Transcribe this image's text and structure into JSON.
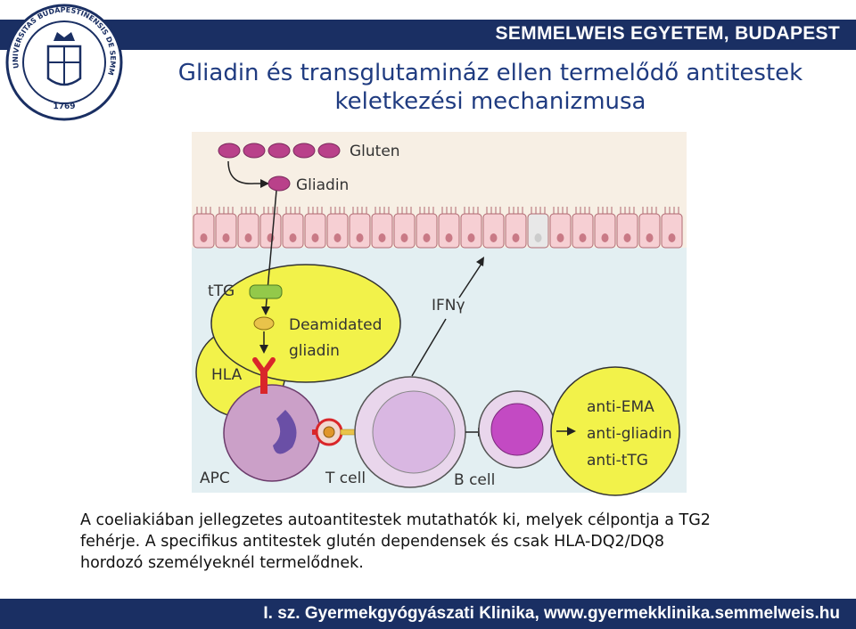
{
  "header": {
    "institution": "SEMMELWEIS EGYETEM, BUDAPEST",
    "logo_text_top": "UNIVERSITAS BUDAPESTINENSIS DE SEMMELWEIS NOMINATA",
    "logo_year": "1769"
  },
  "title": {
    "line1": "Gliadin és transglutamináz ellen termelődő antitestek",
    "line2": "keletkezési mechanizmusa"
  },
  "diagram": {
    "gluten": "Gluten",
    "gliadin": "Gliadin",
    "ttg": "tTG",
    "deamidated_line1": "Deamidated",
    "deamidated_line2": "gliadin",
    "hla": "HLA",
    "ifn": "IFNγ",
    "apc": "APC",
    "t_cell": "T cell",
    "b_cell": "B cell",
    "anti_ema": "anti-EMA",
    "anti_gliadin": "anti-gliadin",
    "anti_ttg": "anti-tTG",
    "colors": {
      "lumen": "#f7efe4",
      "lamina": "#e3eff2",
      "highlight": "#f2f24a",
      "epithelium": "#f6cfd3",
      "receptor_red": "#d9262a",
      "apc_cell": "#cba0c8",
      "b_nucleus": "#c34ac3"
    }
  },
  "caption": {
    "line1": "A coeliakiában jellegzetes autoantitestek mutathatók ki, melyek célpontja a TG2",
    "line2": "fehérje. A specifikus  antitestek glutén dependensek és csak HLA-DQ2/DQ8",
    "line3": "hordozó személyeknél termelődnek."
  },
  "footer": {
    "text": "I. sz. Gyermekgyógyászati Klinika, www.gyermekklinika.semmelweis.hu"
  }
}
